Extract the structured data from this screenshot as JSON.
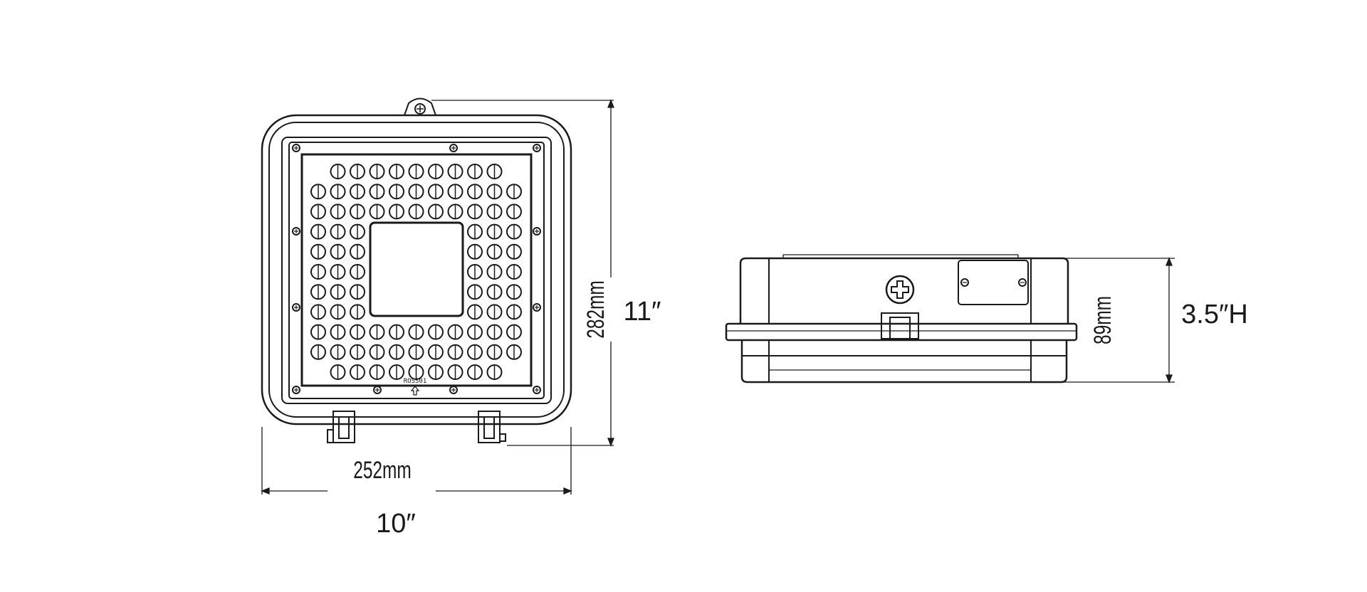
{
  "front_view": {
    "width_mm": "252mm",
    "width_in": "10″",
    "height_mm": "282mm",
    "height_in": "11″",
    "model_label": "ROSS01"
  },
  "side_view": {
    "height_mm": "89mm",
    "height_in": "3.5″H"
  },
  "colors": {
    "line": "#1a1a1a",
    "background": "#ffffff"
  },
  "icons": {
    "screw": "phillips-screw-icon",
    "arrow": "up-arrow-icon",
    "led": "led-lens-icon"
  }
}
